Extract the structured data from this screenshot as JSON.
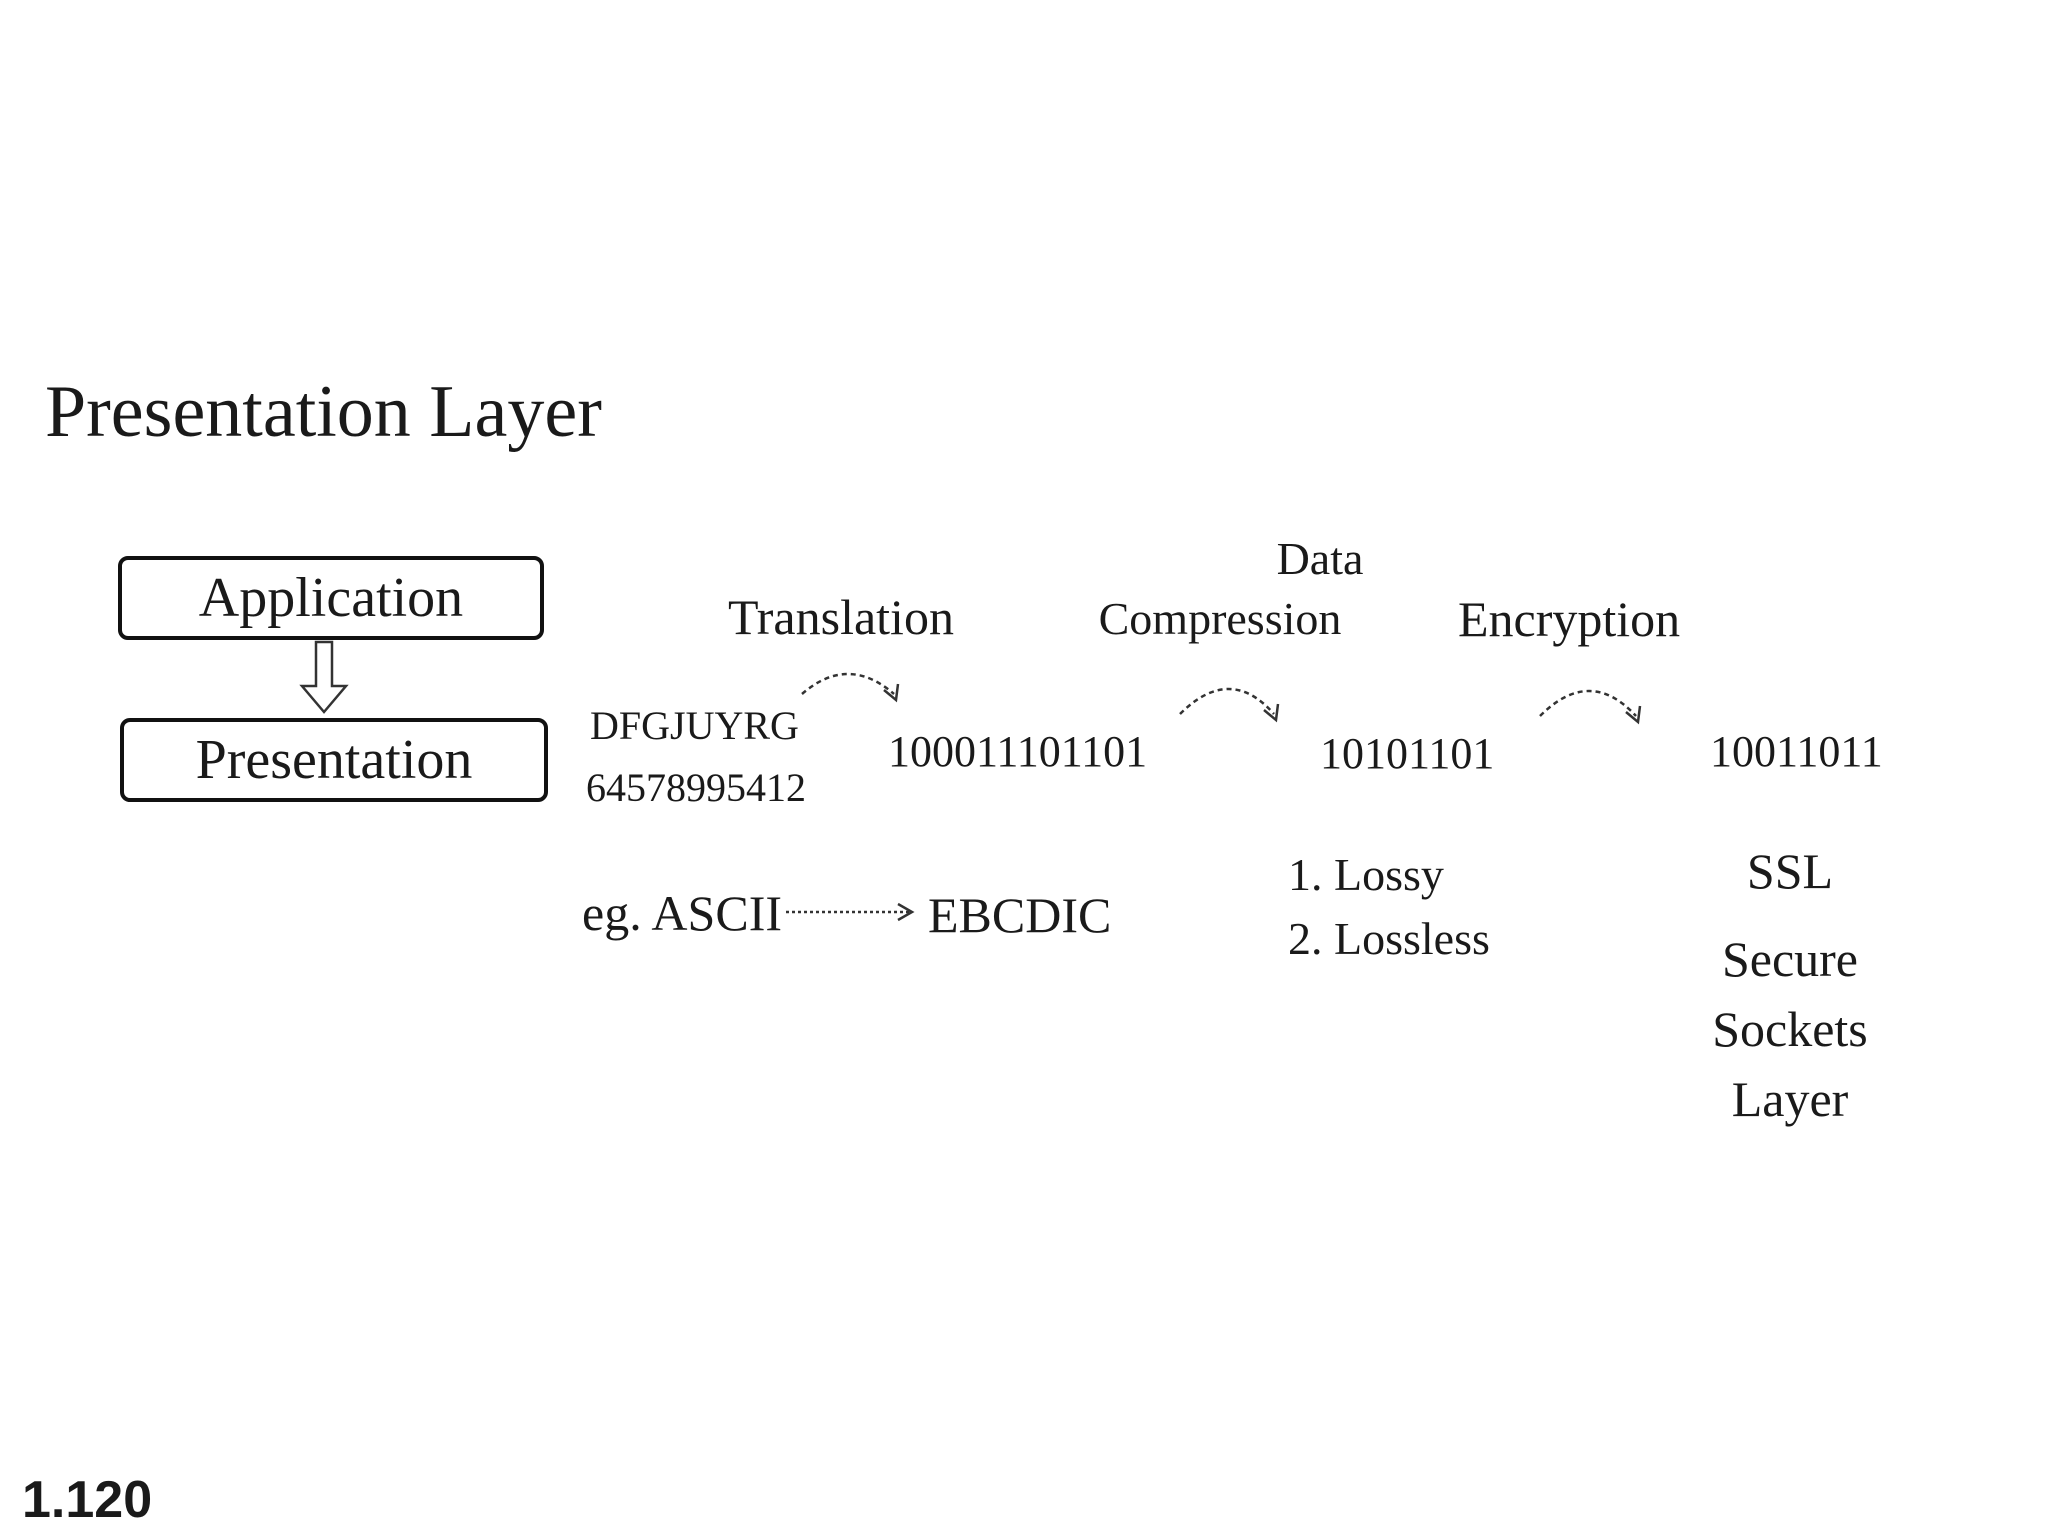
{
  "title": "Presentation Layer",
  "stack": {
    "top_box": "Application",
    "bottom_box": "Presentation"
  },
  "translation": {
    "heading": "Translation",
    "input_line1": "DFGJUYRG",
    "input_line2": "64578995412",
    "output": "100011101101",
    "example_prefix": "eg. ASCII",
    "example_target": "EBCDIC"
  },
  "compression": {
    "heading_line1": "Data",
    "heading_line2": "Compression",
    "output": "10101101",
    "types": [
      "1. Lossy",
      "2. Lossless"
    ]
  },
  "encryption": {
    "heading": "Encryption",
    "output": "10011011",
    "acronym": "SSL",
    "expansion": [
      "Secure",
      "Sockets",
      "Layer"
    ]
  },
  "slide_number": "1.120"
}
